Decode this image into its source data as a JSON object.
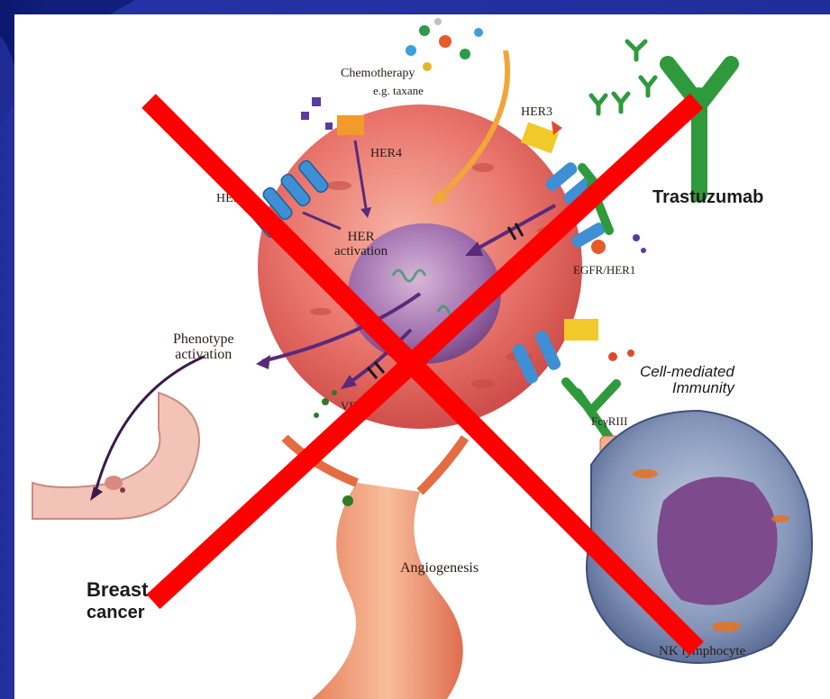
{
  "labels": {
    "chemotherapy": "Chemotherapy",
    "chemotherapy_example": "e.g. taxane",
    "her3": "HER3",
    "her4": "HER4",
    "her2": "HER2",
    "her_activation_1": "HER",
    "her_activation_2": "activation",
    "egfr": "EGFR/HER1",
    "trastuzumab": "Trastuzumab",
    "phenotype_1": "Phenotype",
    "phenotype_2": "activation",
    "cell_mediated_1": "Cell-mediated",
    "cell_mediated_2": "Immunity",
    "vegf": "VEGF",
    "fcyriii": "FcγRIII",
    "angiogenesis": "Angiogenesis",
    "breast_1": "Breast",
    "breast_2": "cancer",
    "nk": "NK lymphocyte"
  },
  "colors": {
    "slide_background": "#1e2e98",
    "cross_mark": "#ff0000",
    "cell": "#e86a64",
    "nucleus": "#8a5a9a",
    "receptor_blue": "#3e8fd4",
    "antibody_green": "#2f9a3c",
    "nk_cell": "#7a8fb4"
  },
  "icons": {
    "cross": "red-x-cross-out-icon"
  }
}
